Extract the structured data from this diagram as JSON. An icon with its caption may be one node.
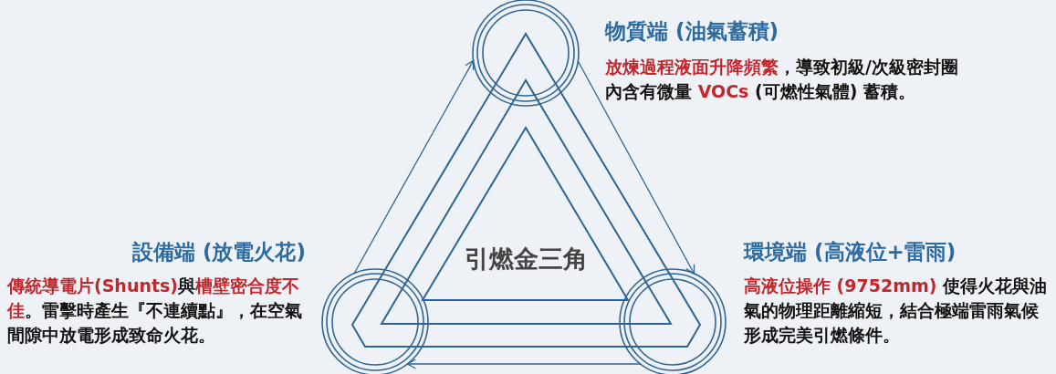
{
  "diagram": {
    "nodes": [
      {
        "text": [],
        "shape": "circle",
        "beside": [
          "物質端 (油氣蓄積)",
          "**放煉過程液面升降頻繁**，導致初級/次級密封圈內含有微量 **VOCs** (可燃性氣體) 蓄積。"
        ]
      },
      {
        "text": [],
        "shape": "circle",
        "beside": [
          "設備端 (放電火花)",
          "**傳統導電片(Shunts)**與**槽壁密合度不佳**。雷擊時產生『不連續點』，在空氣間隙中放電形成致命火花。"
        ]
      },
      {
        "text": [],
        "shape": "circle",
        "beside": [
          "環境端 (高液位+雷雨)",
          "**高液位操作 (9752mm)** 使得火花與油氣的物理距離縮短，結合極端雷雨氣候形成完美引燃條件。"
        ]
      },
      {
        "text": [
          "引燃金三角"
        ]
      }
    ],
    "edges": [
      {
        "from": 1,
        "to": 0,
        "arrow": "to"
      },
      {
        "from": 0,
        "to": 2,
        "arrow": "to"
      },
      {
        "from": 2,
        "to": 1,
        "arrow": "to"
      }
    ]
  }
}
